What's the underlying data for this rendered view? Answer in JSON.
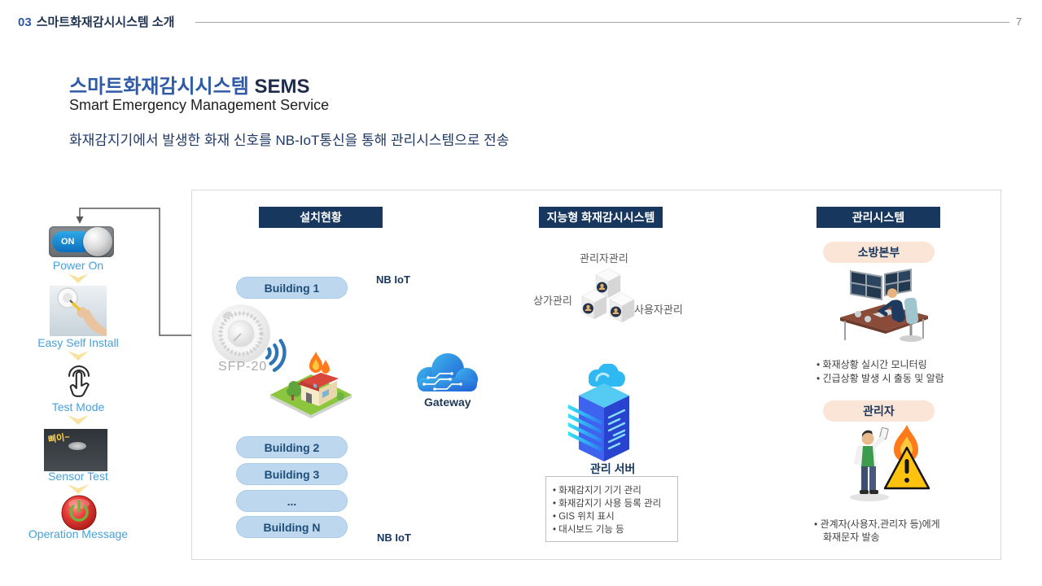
{
  "header": {
    "section_number": "03",
    "section_title": "스마트화재감시시스템 소개",
    "page_number": "7"
  },
  "intro": {
    "title_ko": "스마트화재감시시스템",
    "title_en": " SEMS",
    "subtitle": "Smart Emergency Management Service",
    "description": "화재감지기에서 발생한 화재 신호를 NB-IoT통신을 통해 관리시스템으로 전송"
  },
  "sidebar": {
    "toggle_on": "ON",
    "sensor_sound": "삐이~",
    "steps": [
      "Power On",
      "Easy Self Install",
      "Test Mode",
      "Sensor Test",
      "Operation Message"
    ]
  },
  "diagram": {
    "headers": {
      "install": "설치현황",
      "intelligent": "지능형 화재감시시스템",
      "management": "관리시스템"
    },
    "buildings": [
      "Building 1",
      "Building 2",
      "Building 3",
      "...",
      "Building N"
    ],
    "nb_iot_top": "NB IoT",
    "nb_iot_bottom": "NB IoT",
    "sensor_model": "SFP-20",
    "gateway": "Gateway",
    "mgmt_labels": {
      "admin": "관리자관리",
      "store": "상가관리",
      "user": "사용자관리"
    },
    "server": {
      "label": "관리 서버",
      "features": [
        "화재감지기 기기 관리",
        "화재감지기 사용 등록 관리",
        "GIS 위치 표시",
        "대시보드 기능 등"
      ]
    },
    "fire_hq": {
      "label": "소방본부",
      "bullets": [
        "화재상황 실시간 모니터링",
        "긴급상황 발생 시 출동 및 알람"
      ]
    },
    "manager": {
      "label": "관리자",
      "bullet": "관계자(사용자,관리자 등)에게",
      "bullet_cont": "화재문자 발송"
    }
  },
  "colors": {
    "accent_blue": "#2E5AA8",
    "navy": "#17375E",
    "pill_blue": "#BDD7EE",
    "pill_peach": "#FBE5D6",
    "connector_blue": "#6A93C2",
    "sidebar_label_blue": "#45A1DC"
  }
}
